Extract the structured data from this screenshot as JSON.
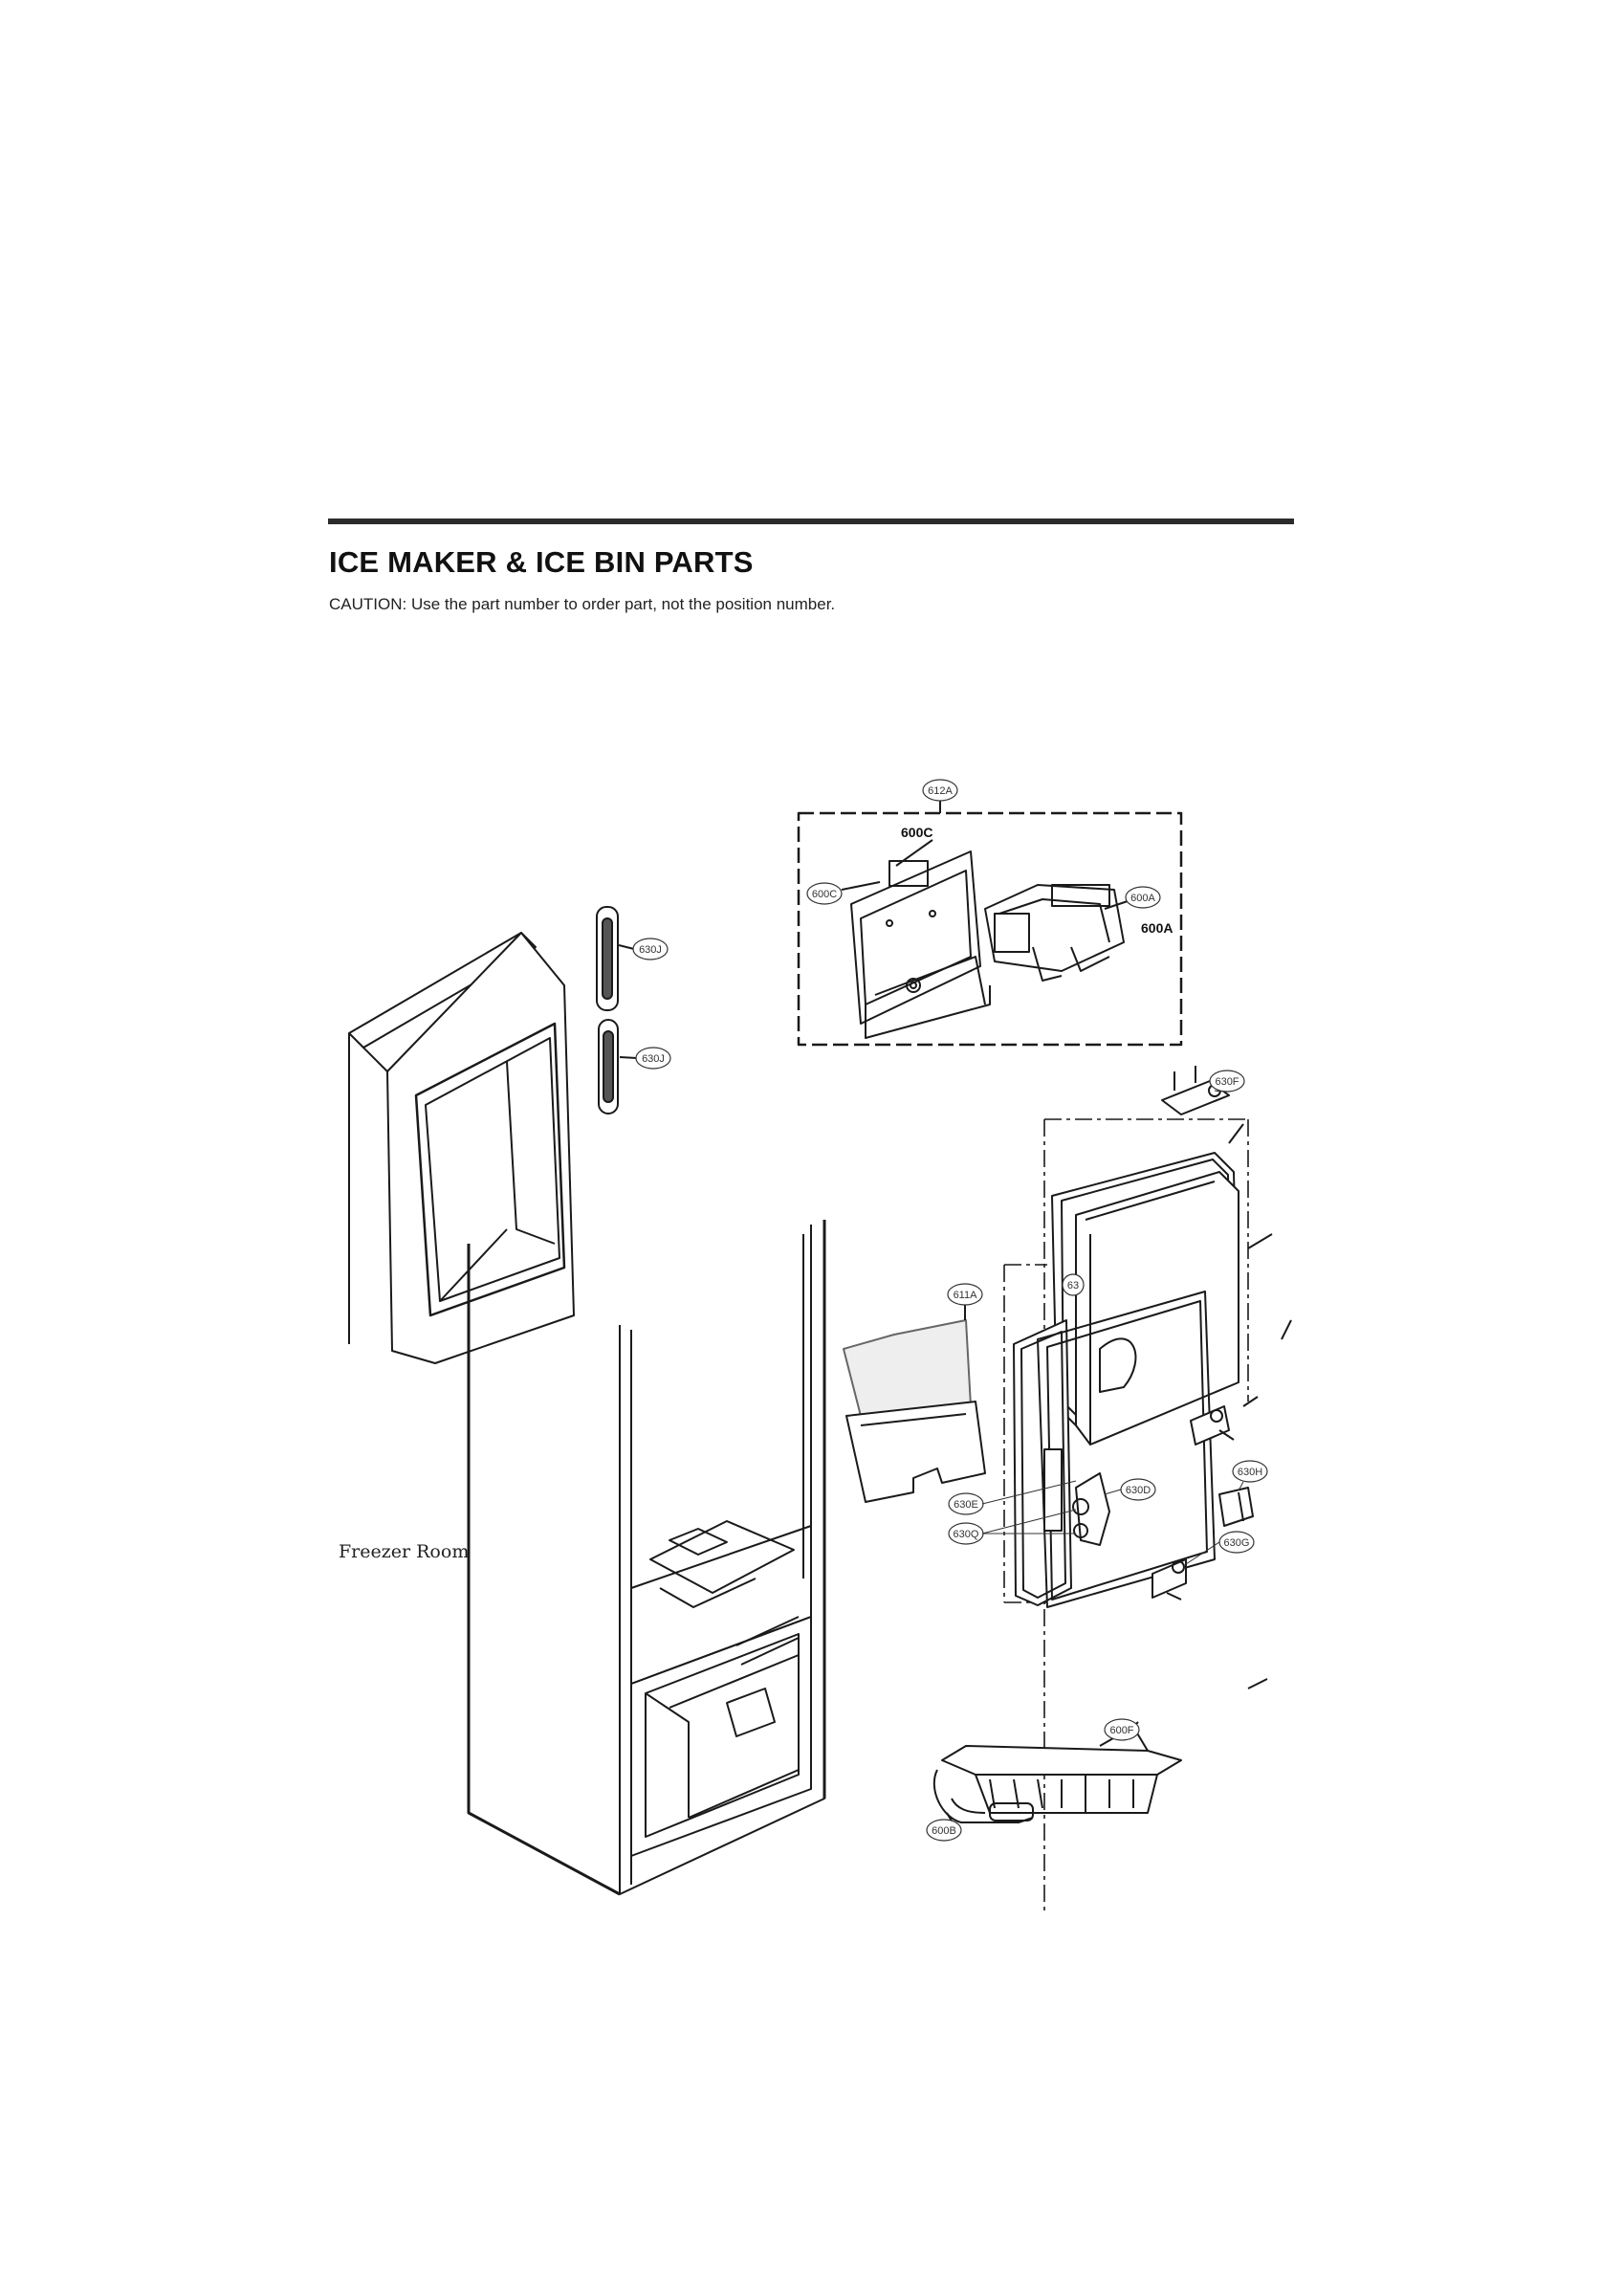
{
  "page": {
    "title": "ICE MAKER & ICE BIN PARTS",
    "caution": "CAUTION: Use the part number to order part, not the position number."
  },
  "diagram": {
    "room_label": "Freezer Room",
    "bold_labels": [
      "600C",
      "600A"
    ],
    "callouts": [
      "612A",
      "600C",
      "600A",
      "630J",
      "630J",
      "630F",
      "611A",
      "63",
      "630H",
      "630D",
      "630E",
      "630Q",
      "630G",
      "600F",
      "600B"
    ]
  }
}
